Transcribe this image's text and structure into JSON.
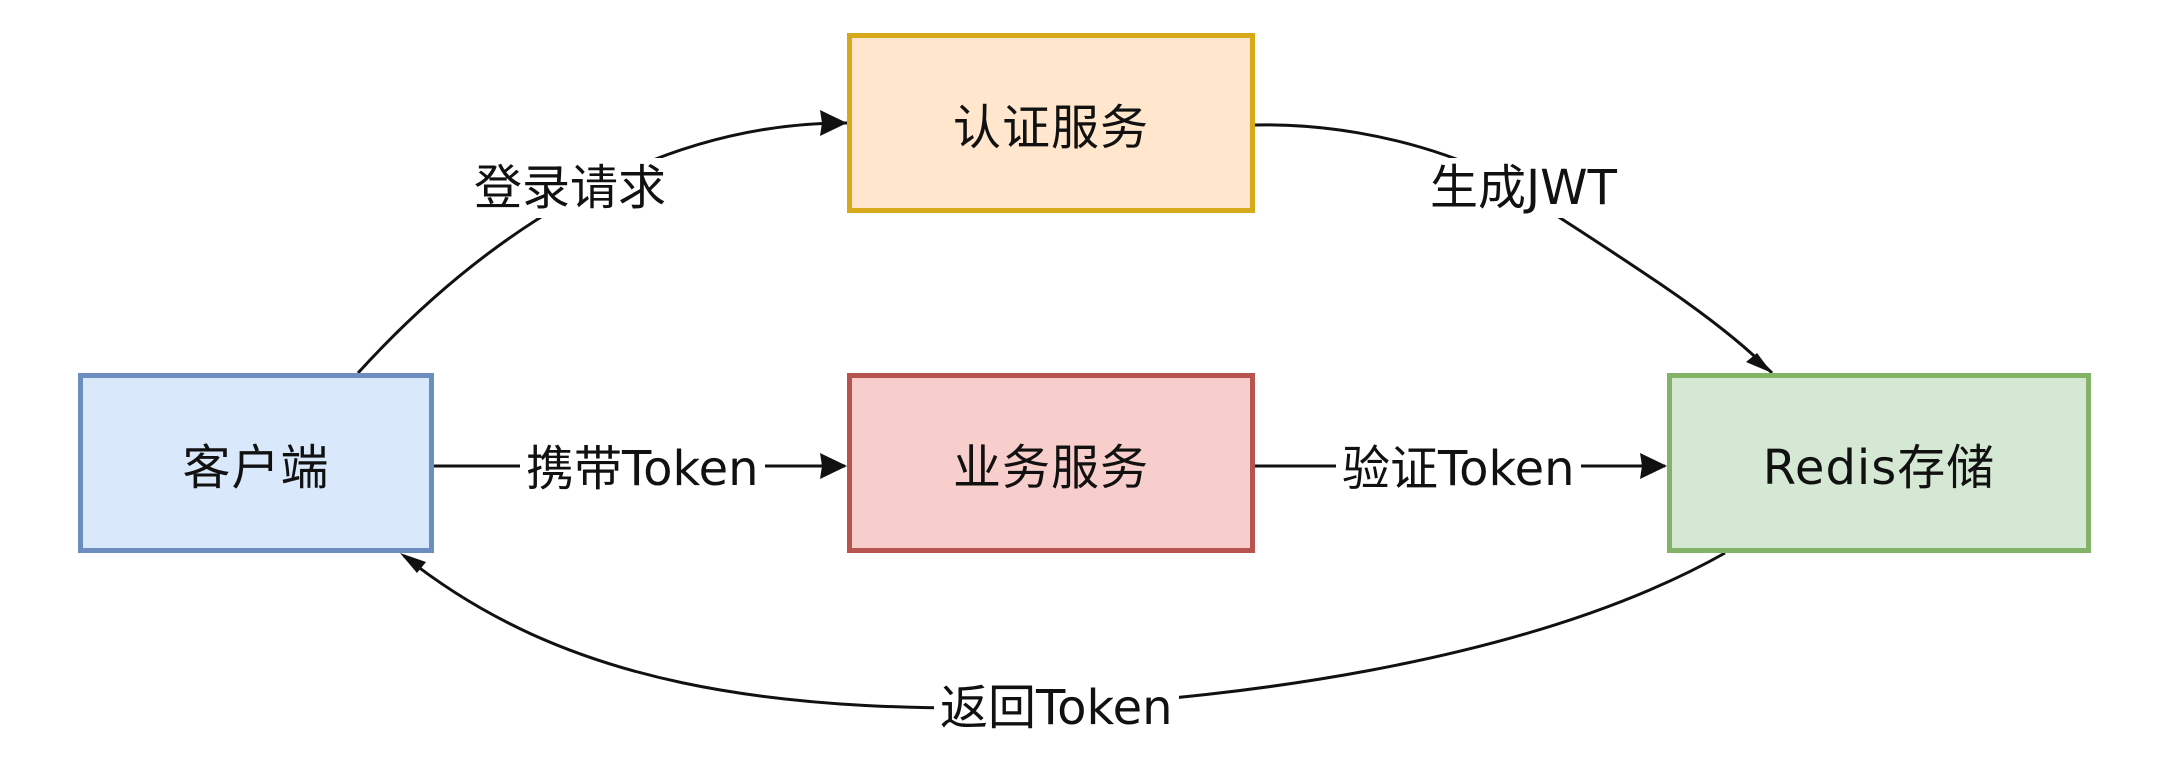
{
  "nodes": {
    "client": {
      "label": "客户端",
      "fill": "#dae8fc",
      "stroke": "#6c8ebf"
    },
    "auth": {
      "label": "认证服务",
      "fill": "#ffe6cc",
      "stroke": "#d6a91a"
    },
    "biz": {
      "label": "业务服务",
      "fill": "#f8cecc",
      "stroke": "#b85450"
    },
    "redis": {
      "label": "Redis存储",
      "fill": "#d5e8d4",
      "stroke": "#82b366"
    }
  },
  "edges": {
    "login": {
      "label": "登录请求"
    },
    "jwt": {
      "label": "生成JWT"
    },
    "carry": {
      "label": "携带Token"
    },
    "verify": {
      "label": "验证Token"
    },
    "return": {
      "label": "返回Token"
    }
  }
}
